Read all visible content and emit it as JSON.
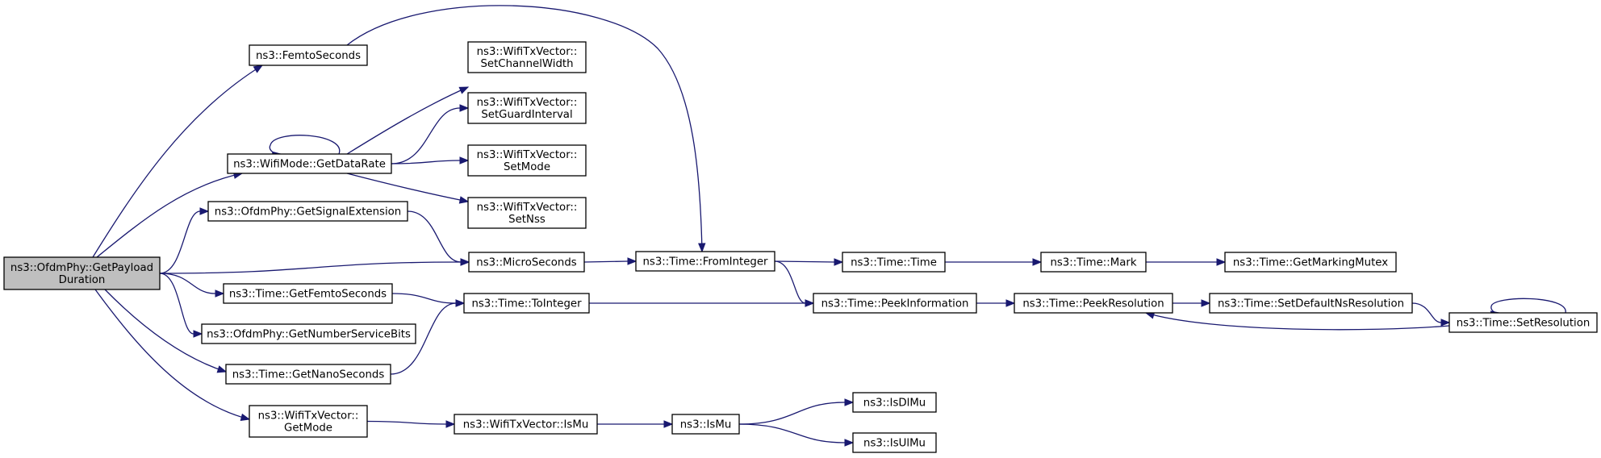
{
  "nodes": [
    {
      "id": "root",
      "lines": [
        "ns3::OfdmPhy::GetPayload",
        "Duration"
      ]
    },
    {
      "id": "femto",
      "lines": [
        "ns3::FemtoSeconds"
      ]
    },
    {
      "id": "datarate",
      "lines": [
        "ns3::WifiMode::GetDataRate"
      ]
    },
    {
      "id": "sigext",
      "lines": [
        "ns3::OfdmPhy::GetSignalExtension"
      ]
    },
    {
      "id": "getfemto",
      "lines": [
        "ns3::Time::GetFemtoSeconds"
      ]
    },
    {
      "id": "numsvc",
      "lines": [
        "ns3::OfdmPhy::GetNumberServiceBits"
      ]
    },
    {
      "id": "getnano",
      "lines": [
        "ns3::Time::GetNanoSeconds"
      ]
    },
    {
      "id": "getmode",
      "lines": [
        "ns3::WifiTxVector::",
        "GetMode"
      ]
    },
    {
      "id": "setcw",
      "lines": [
        "ns3::WifiTxVector::",
        "SetChannelWidth"
      ]
    },
    {
      "id": "setgi",
      "lines": [
        "ns3::WifiTxVector::",
        "SetGuardInterval"
      ]
    },
    {
      "id": "setmode",
      "lines": [
        "ns3::WifiTxVector::",
        "SetMode"
      ]
    },
    {
      "id": "setnss",
      "lines": [
        "ns3::WifiTxVector::",
        "SetNss"
      ]
    },
    {
      "id": "micro",
      "lines": [
        "ns3::MicroSeconds"
      ]
    },
    {
      "id": "toint",
      "lines": [
        "ns3::Time::ToInteger"
      ]
    },
    {
      "id": "ismu",
      "lines": [
        "ns3::WifiTxVector::IsMu"
      ]
    },
    {
      "id": "fromint",
      "lines": [
        "ns3::Time::FromInteger"
      ]
    },
    {
      "id": "isMuFree",
      "lines": [
        "ns3::IsMu"
      ]
    },
    {
      "id": "time",
      "lines": [
        "ns3::Time::Time"
      ]
    },
    {
      "id": "peekinfo",
      "lines": [
        "ns3::Time::PeekInformation"
      ]
    },
    {
      "id": "isdlmu",
      "lines": [
        "ns3::IsDlMu"
      ]
    },
    {
      "id": "isulmu",
      "lines": [
        "ns3::IsUlMu"
      ]
    },
    {
      "id": "mark",
      "lines": [
        "ns3::Time::Mark"
      ]
    },
    {
      "id": "peekres",
      "lines": [
        "ns3::Time::PeekResolution"
      ]
    },
    {
      "id": "mutex",
      "lines": [
        "ns3::Time::GetMarkingMutex"
      ]
    },
    {
      "id": "setdef",
      "lines": [
        "ns3::Time::SetDefaultNsResolution"
      ]
    },
    {
      "id": "setres",
      "lines": [
        "ns3::Time::SetResolution"
      ]
    }
  ],
  "edges": [
    [
      "root",
      "femto"
    ],
    [
      "root",
      "datarate"
    ],
    [
      "root",
      "sigext"
    ],
    [
      "root",
      "micro"
    ],
    [
      "root",
      "getfemto"
    ],
    [
      "root",
      "numsvc"
    ],
    [
      "root",
      "getnano"
    ],
    [
      "root",
      "getmode"
    ],
    [
      "femto",
      "fromint"
    ],
    [
      "datarate",
      "datarate"
    ],
    [
      "datarate",
      "setcw"
    ],
    [
      "datarate",
      "setgi"
    ],
    [
      "datarate",
      "setmode"
    ],
    [
      "datarate",
      "setnss"
    ],
    [
      "sigext",
      "micro"
    ],
    [
      "getfemto",
      "toint"
    ],
    [
      "getnano",
      "toint"
    ],
    [
      "getmode",
      "ismu"
    ],
    [
      "micro",
      "fromint"
    ],
    [
      "toint",
      "peekinfo"
    ],
    [
      "ismu",
      "isMuFree"
    ],
    [
      "fromint",
      "time"
    ],
    [
      "fromint",
      "peekinfo"
    ],
    [
      "isMuFree",
      "isdlmu"
    ],
    [
      "isMuFree",
      "isulmu"
    ],
    [
      "time",
      "mark"
    ],
    [
      "peekinfo",
      "peekres"
    ],
    [
      "mark",
      "mutex"
    ],
    [
      "peekres",
      "setdef"
    ],
    [
      "setdef",
      "setres"
    ],
    [
      "setres",
      "peekres"
    ],
    [
      "setres",
      "setres"
    ]
  ]
}
